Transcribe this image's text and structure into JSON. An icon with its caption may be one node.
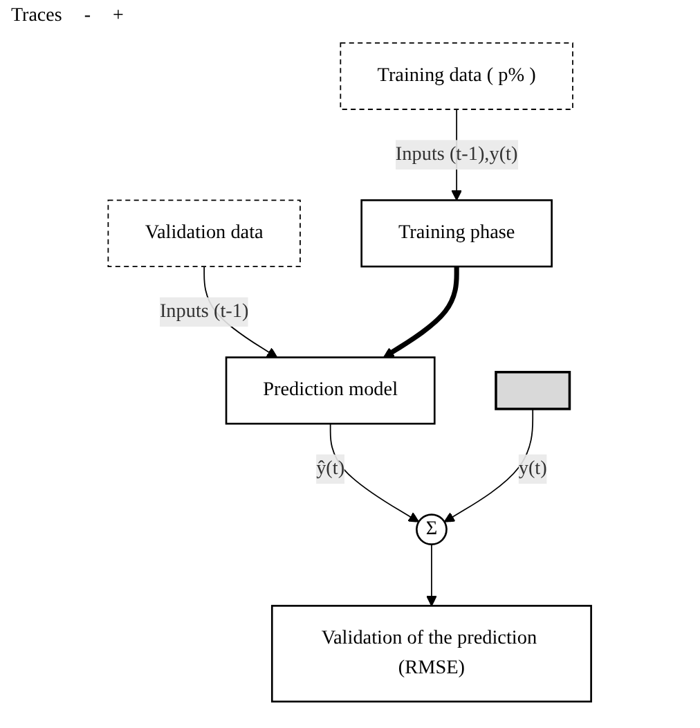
{
  "diagram": {
    "nodes": [
      {
        "text": [],
        "shape": "bar"
      },
      {
        "text": [
          "Training data ( p% )"
        ]
      },
      {
        "text": [
          "Validation data"
        ]
      },
      {
        "text": [
          "Training phase"
        ]
      },
      {
        "text": [
          "Prediction model"
        ]
      },
      {
        "text": [
          "Σ"
        ]
      },
      {
        "text": [
          "Validation of the prediction (RMSE)"
        ]
      }
    ],
    "edges": [
      {
        "from": 1,
        "to": 3,
        "arrow": "to",
        "label": "Inputs (t-1),y(t)"
      },
      {
        "from": 2,
        "to": 4,
        "arrow": "to",
        "label": "Inputs (t-1)"
      },
      {
        "from": 3,
        "to": 4,
        "arrow": "to",
        "style": "thick"
      },
      {
        "from": 4,
        "to": 5,
        "arrow": "to",
        "label": "ŷ(t)"
      },
      {
        "from": 0,
        "to": 5,
        "arrow": "to",
        "label": "y(t)"
      },
      {
        "from": 5,
        "to": 6,
        "arrow": "to"
      }
    ],
    "labels": [
      "Traces",
      "-",
      "+"
    ]
  }
}
